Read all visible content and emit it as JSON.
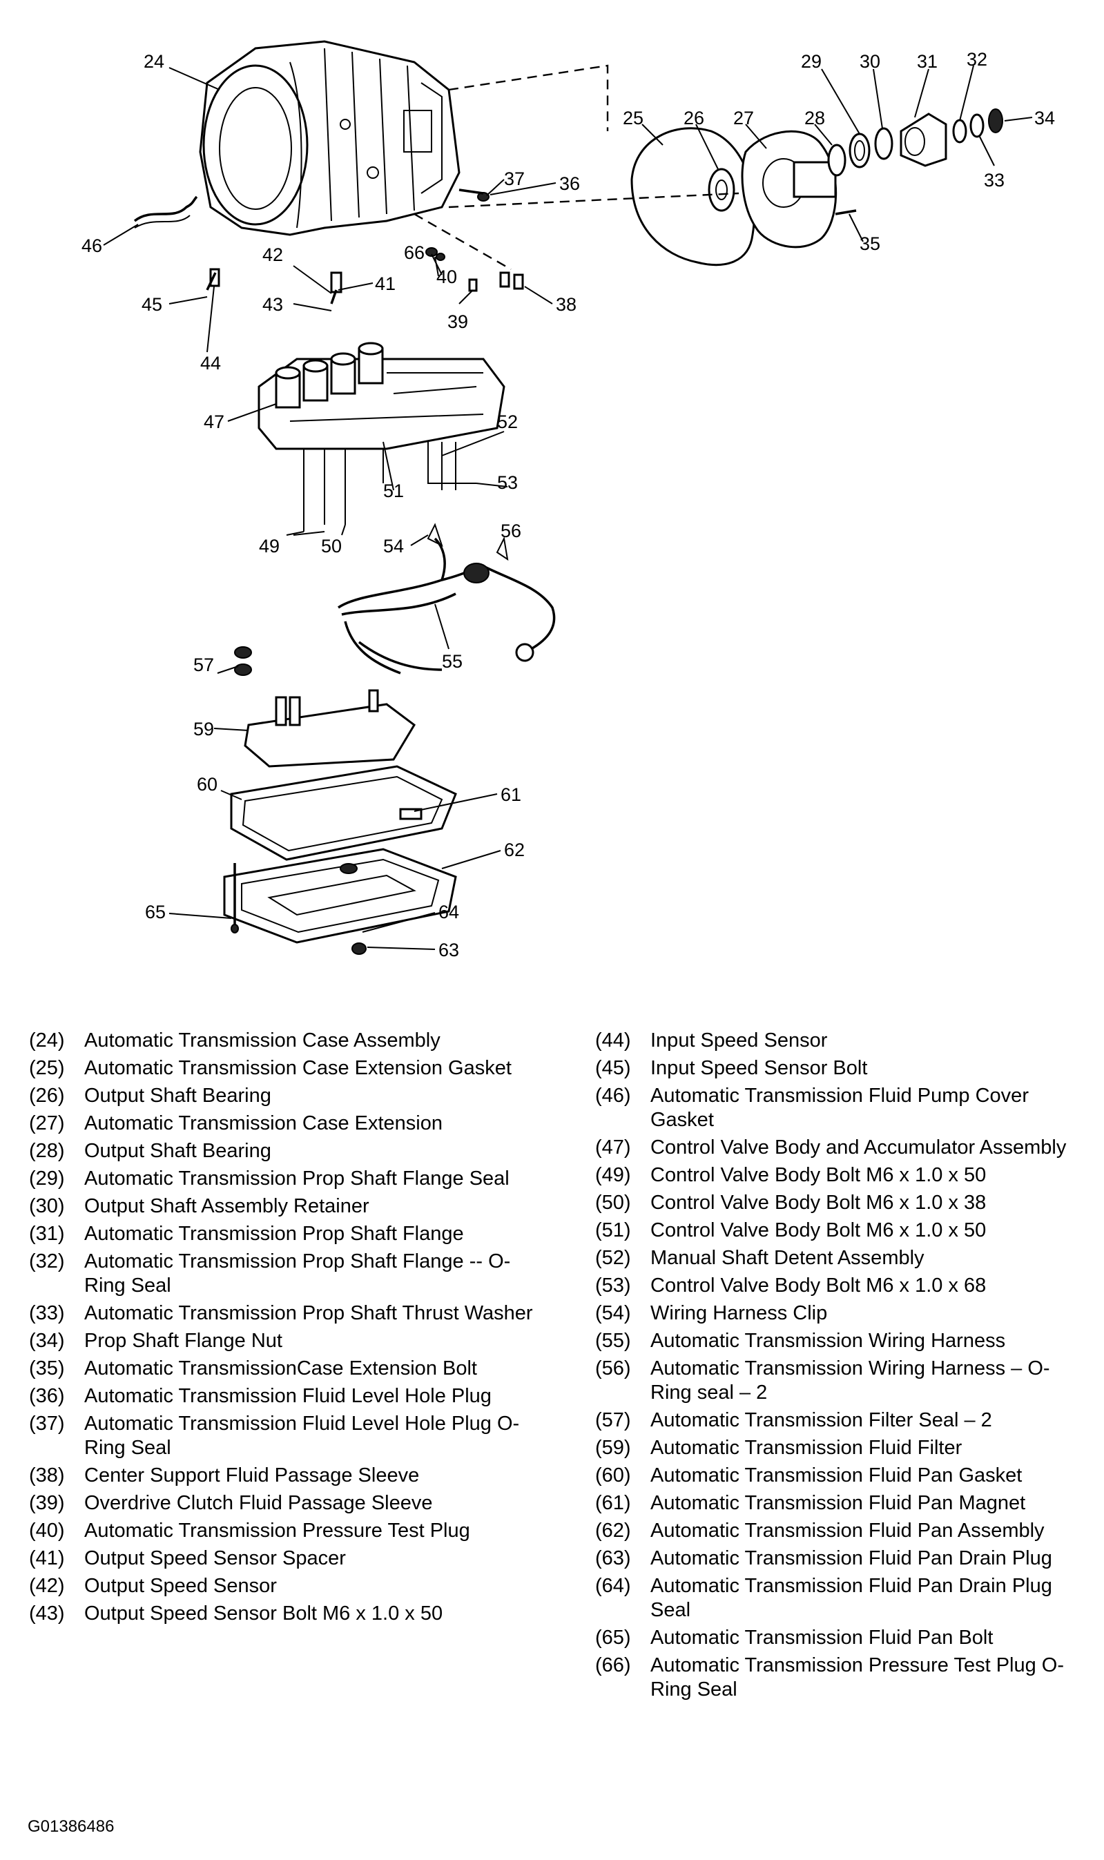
{
  "callouts": {
    "c24": "24",
    "c25": "25",
    "c26": "26",
    "c27": "27",
    "c28": "28",
    "c29": "29",
    "c30": "30",
    "c31": "31",
    "c32": "32",
    "c33": "33",
    "c34": "34",
    "c35": "35",
    "c36": "36",
    "c37": "37",
    "c38": "38",
    "c39": "39",
    "c40": "40",
    "c41": "41",
    "c42": "42",
    "c43": "43",
    "c44": "44",
    "c45": "45",
    "c46": "46",
    "c47": "47",
    "c49": "49",
    "c50": "50",
    "c51": "51",
    "c52": "52",
    "c53": "53",
    "c54": "54",
    "c55": "55",
    "c56": "56",
    "c57": "57",
    "c59": "59",
    "c60": "60",
    "c61": "61",
    "c62": "62",
    "c63": "63",
    "c64": "64",
    "c65": "65",
    "c66": "66"
  },
  "legend_left": [
    {
      "num": "(24)",
      "text": "Automatic Transmission Case Assembly"
    },
    {
      "num": "(25)",
      "text": "Automatic Transmission Case Extension Gasket"
    },
    {
      "num": "(26)",
      "text": "Output Shaft Bearing"
    },
    {
      "num": "(27)",
      "text": "Automatic Transmission Case Extension"
    },
    {
      "num": "(28)",
      "text": "Output Shaft Bearing"
    },
    {
      "num": "(29)",
      "text": "Automatic Transmission Prop Shaft Flange Seal"
    },
    {
      "num": "(30)",
      "text": "Output Shaft Assembly Retainer"
    },
    {
      "num": "(31)",
      "text": "Automatic Transmission Prop Shaft Flange"
    },
    {
      "num": "(32)",
      "text": "Automatic Transmission Prop Shaft Flange -- O-Ring Seal"
    },
    {
      "num": "(33)",
      "text": "Automatic Transmission Prop Shaft Thrust Washer"
    },
    {
      "num": "(34)",
      "text": "Prop Shaft Flange Nut"
    },
    {
      "num": "(35)",
      "text": "Automatic TransmissionCase Extension Bolt"
    },
    {
      "num": "(36)",
      "text": "Automatic Transmission Fluid Level Hole Plug"
    },
    {
      "num": "(37)",
      "text": "Automatic Transmission Fluid Level Hole Plug O-Ring Seal"
    },
    {
      "num": "(38)",
      "text": "Center Support Fluid Passage Sleeve"
    },
    {
      "num": "(39)",
      "text": "Overdrive Clutch Fluid Passage Sleeve"
    },
    {
      "num": "(40)",
      "text": "Automatic Transmission Pressure Test Plug"
    },
    {
      "num": "(41)",
      "text": "Output Speed Sensor Spacer"
    },
    {
      "num": "(42)",
      "text": "Output Speed Sensor"
    },
    {
      "num": "(43)",
      "text": "Output Speed Sensor Bolt M6 x 1.0 x 50"
    }
  ],
  "legend_right": [
    {
      "num": "(44)",
      "text": "Input Speed Sensor"
    },
    {
      "num": "(45)",
      "text": "Input Speed Sensor Bolt"
    },
    {
      "num": "(46)",
      "text": "Automatic Transmission Fluid Pump Cover Gasket"
    },
    {
      "num": "(47)",
      "text": "Control Valve Body and Accumulator Assembly"
    },
    {
      "num": "(49)",
      "text": "Control Valve Body Bolt M6 x 1.0 x 50"
    },
    {
      "num": "(50)",
      "text": "Control Valve Body Bolt M6 x 1.0 x 38"
    },
    {
      "num": "(51)",
      "text": "Control Valve Body Bolt M6 x 1.0 x 50"
    },
    {
      "num": "(52)",
      "text": "Manual Shaft Detent Assembly"
    },
    {
      "num": "(53)",
      "text": "Control Valve Body Bolt M6 x 1.0 x 68"
    },
    {
      "num": "(54)",
      "text": "Wiring Harness Clip"
    },
    {
      "num": "(55)",
      "text": "Automatic Transmission Wiring Harness"
    },
    {
      "num": "(56)",
      "text": "Automatic Transmission Wiring Harness – O-Ring seal – 2"
    },
    {
      "num": "(57)",
      "text": "Automatic Transmission Filter Seal – 2"
    },
    {
      "num": "(59)",
      "text": "Automatic Transmission Fluid Filter"
    },
    {
      "num": "(60)",
      "text": "Automatic Transmission Fluid Pan Gasket"
    },
    {
      "num": "(61)",
      "text": "Automatic Transmission Fluid Pan Magnet"
    },
    {
      "num": "(62)",
      "text": "Automatic Transmission Fluid Pan Assembly"
    },
    {
      "num": "(63)",
      "text": "Automatic Transmission Fluid Pan Drain Plug"
    },
    {
      "num": "(64)",
      "text": "Automatic Transmission Fluid Pan Drain Plug Seal"
    },
    {
      "num": "(65)",
      "text": "Automatic Transmission Fluid Pan Bolt"
    },
    {
      "num": "(66)",
      "text": "Automatic Transmission Pressure Test Plug O-Ring Seal"
    }
  ],
  "figure_id": "G01386486"
}
